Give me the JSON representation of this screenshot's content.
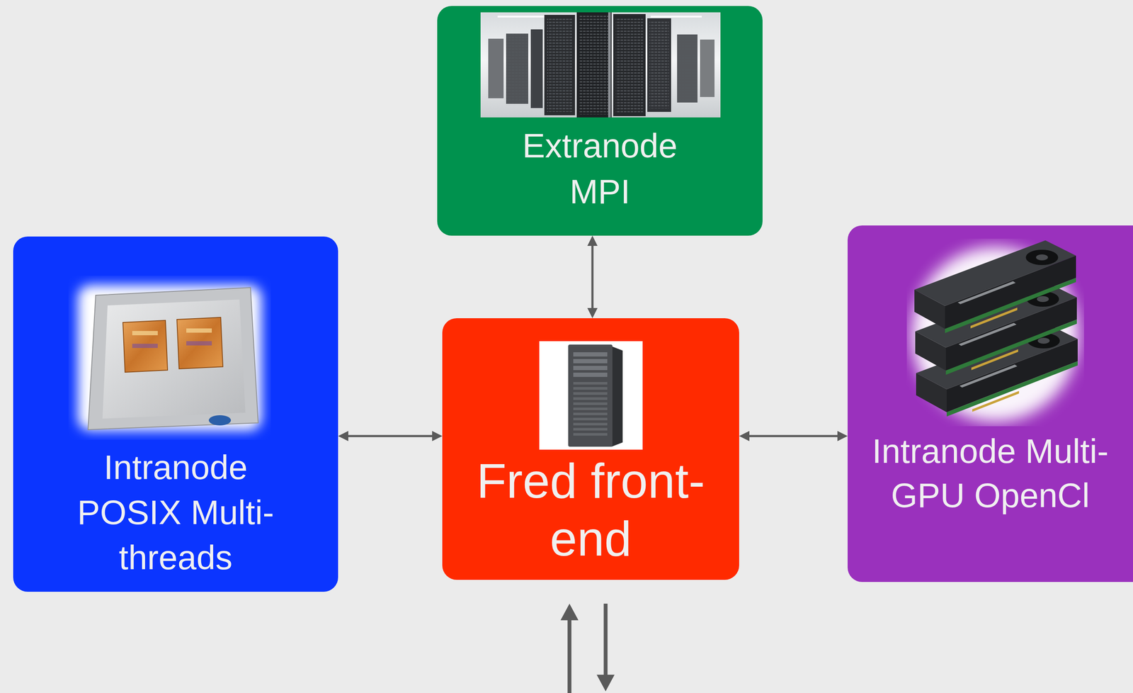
{
  "diagram": {
    "nodes": [
      {
        "text": [
          "Extranode MPI"
        ]
      },
      {
        "text": [
          "Intranode POSIX Multi-threads"
        ]
      },
      {
        "text": [
          "Fred front-end"
        ]
      },
      {
        "text": [
          "Intranode Multi-GPU OpenCl"
        ]
      }
    ],
    "edges": [
      {
        "from": 0,
        "to": 2,
        "arrow": "both"
      },
      {
        "from": 1,
        "to": 2,
        "arrow": "both"
      },
      {
        "from": 2,
        "to": 3,
        "arrow": "both"
      }
    ]
  }
}
